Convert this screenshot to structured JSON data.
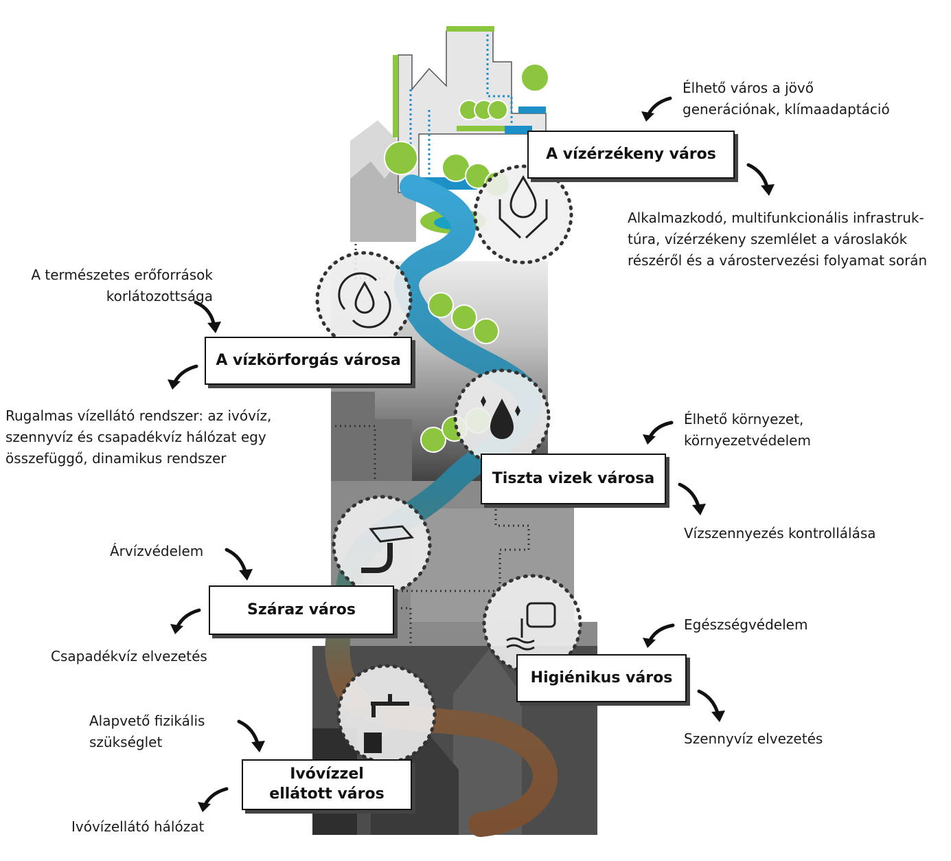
{
  "stages": [
    {
      "id": "vizerzekeny",
      "title": "A vízérzékeny város",
      "benefit": "Élhető város a jövő\ngenerációnak, klímaadaptáció",
      "description": "Alkalmazkodó, multifunkcionális infrastruk-\ntúra, vízérzékeny szemlélet a városlakók\nrészéről és a várostervezési folyamat során"
    },
    {
      "id": "vizkorforgas",
      "title": "A vízkörforgás városa",
      "benefit": "A természetes erőforrások\nkorlátozottsága",
      "description": "Rugalmas vízellátó rendszer: az ivóvíz,\nszennyvíz és csapadékvíz hálózat egy\nösszefüggő, dinamikus rendszer"
    },
    {
      "id": "tiszta",
      "title": "Tiszta vizek városa",
      "benefit": "Élhető környezet,\nkörnyezetvédelem",
      "description": "Vízszennyezés kontrollálása"
    },
    {
      "id": "szaraz",
      "title": "Száraz város",
      "benefit": "Árvízvédelem",
      "description": "Csapadékvíz elvezetés"
    },
    {
      "id": "higienikus",
      "title": "Higiénikus város",
      "benefit": "Egészségvédelem",
      "description": "Szennyvíz elvezetés"
    },
    {
      "id": "ivovizzel",
      "title": "Ivóvízzel\nellátott város",
      "benefit": "Alapvető fizikális\nszükséglet",
      "description": "Ivóvízellátó hálózat"
    }
  ],
  "icons": [
    "hands-water-drop-icon",
    "water-cycle-icon",
    "clean-drop-icon",
    "storm-drain-icon",
    "sewage-pipe-icon",
    "water-tap-icon"
  ],
  "colors": {
    "green": "#8cc63f",
    "blue": "#1e90c8",
    "teal": "#2a8aa0",
    "brown": "#7b5032",
    "dark": "#3a3a3a"
  }
}
